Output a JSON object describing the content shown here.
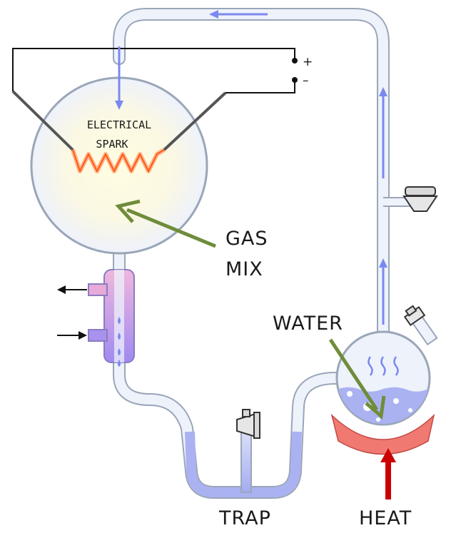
{
  "labels": {
    "spark_line1": "ELECTRICAL",
    "spark_line2": "SPARK",
    "gas_line1": "GAS",
    "gas_line2": "MIX",
    "water": "WATER",
    "trap": "TRAP",
    "heat": "HEAT",
    "plus": "+",
    "minus": "–"
  },
  "colors": {
    "tube_fill": "#eef2fb",
    "tube_stroke": "#9aa6b8",
    "liquid": "#aab2f2",
    "flow_arrow": "#7b88f0",
    "pointer_arrow": "#6f8c3a",
    "heat_arrow": "#cc0000",
    "spark": "#ff7a33",
    "heater": "#f07a72",
    "condenser": "#c59be6",
    "wire": "#111111"
  }
}
